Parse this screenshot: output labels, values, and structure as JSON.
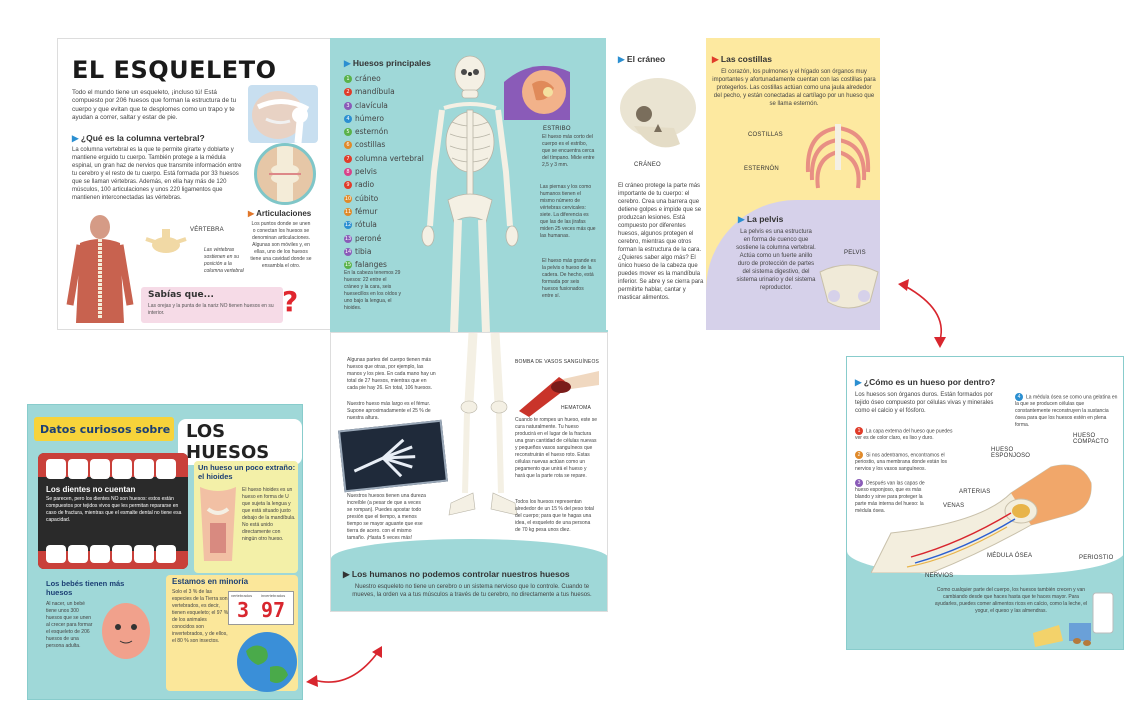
{
  "left_page": {
    "title": "EL ESQUELETO",
    "intro": "Todo el mundo tiene un esqueleto, ¡incluso tú! Está compuesto por 206 huesos que forman la estructura de tu cuerpo y que evitan que te desplomes como un trapo y te ayudan a correr, saltar y estar de pie.",
    "spine_heading": "¿Qué es la columna vertebral?",
    "spine_text": "La columna vertebral es la que te permite girarte y doblarte y mantiene erguido tu cuerpo. También protege a la médula espinal, un gran haz de nervios que transmite información entre tu cerebro y el resto de tu cuerpo. Está formada por 33 huesos que se llaman vértebras. Además, en ella hay más de 120 músculos, 100 articulaciones y unos 220 ligamentos que mantienen interconectadas las vértebras.",
    "vertebra_label": "VÉRTEBRA",
    "vertebra_note": "Las vértebras sostienen en su posición a la columna vertebral",
    "joints_heading": "Articulaciones",
    "joints_text": "Los puntos donde se unen o conectan los huesos se denominan articulaciones. Algunas son móviles y, en ellas, uno de los huesos tiene una cavidad donde se ensambla el otro.",
    "fact_title": "Sabías que...",
    "fact_text": "Las orejas y la punta de la nariz NO tienen huesos en su interior."
  },
  "center_page": {
    "heading": "Huesos principales",
    "bones": [
      "cráneo",
      "mandíbula",
      "clavícula",
      "húmero",
      "esternón",
      "costillas",
      "columna vertebral",
      "pelvis",
      "radio",
      "cúbito",
      "fémur",
      "rótula",
      "peroné",
      "tibia",
      "falanges"
    ],
    "stirrup_label": "ESTRIBO",
    "stirrup_text": "El hueso más corto del cuerpo es el estribo, que se encuentra cerca del tímpano. Mide entre 2,5 y 3 mm.",
    "hands_note": "Las piernas y los como humanos tienen el mismo número de vértebras cervicales: siete. La diferencia es que las de las jirafas miden 25 veces más que las humanas.",
    "skull_note": "En la cabeza tenemos 29 huesos: 22 entre el cráneo y la cara, seis huesecillos en los oídos y uno bajo la lengua, el hioides.",
    "femur_note": "El hueso más grande es la pelvis o hueso de la cadera. De hecho, está formada por seis huesos fusionados entre sí."
  },
  "skull_page": {
    "heading": "El cráneo",
    "skull_label": "CRÁNEO",
    "text": "El cráneo protege la parte más importante de tu cuerpo: el cerebro. Crea una barrera que detiene golpes e impide que se produzcan lesiones. Está compuesto por diferentes huesos, algunos protegen el cerebro, mientras que otros forman la estructura de la cara. ¿Quieres saber algo más? El único hueso de la cabeza que puedes mover es la mandíbula inferior. Se abre y se cierra para permitirte hablar, cantar y masticar alimentos."
  },
  "ribs_page": {
    "heading": "Las costillas",
    "text": "El corazón, los pulmones y el hígado son órganos muy importantes y afortunadamente cuentan con las costillas para protegerlos. Las costillas actúan como una jaula alrededor del pecho, y están conectadas al cartílago por un hueso que se llama esternón.",
    "ribs_label": "COSTILLAS",
    "sternum_label": "ESTERNÓN",
    "pelvis_heading": "La pelvis",
    "pelvis_text": "La pelvis es una estructura en forma de cuenco que sostiene la columna vertebral. Actúa como un fuerte anillo duro de protección de partes del sistema digestivo, del sistema urinario y del sistema reproductor.",
    "pelvis_label": "PELVIS"
  },
  "lower_center": {
    "feet_text": "Algunas partes del cuerpo tienen más huesos que otras, por ejemplo, las manos y los pies. En cada mano hay un total de 27 huesos, mientras que en cada pie hay 26. En total, 106 huesos.",
    "femur_text": "Nuestro hueso más largo es el fémur. Supone aproximadamente el 25 % de nuestra altura.",
    "xray_text": "Nuestros huesos tienen una dureza increíble (a pesar de que a veces se rompan). Puedes apostar todo presión que el tiempo, a menos tiempo se mayor aguante que ese tierra de acero. con el mismo tamaño. ¡Hasta 5 veces más!",
    "blood_label": "BOMBA DE VASOS SANGUÍNEOS",
    "hematoma_label": "HEMATOMA",
    "break_text": "Cuando te rompes un hueso, este se cura naturalmente. Tu hueso producirá en el lugar de la fractura una gran cantidad de células nuevas y pequeños vasos sanguíneos que reconstruirán el hueso roto. Estas células nuevas actúan como un pegamento que unirá el hueso y hará que la parte rota se repare.",
    "weight_text": "Todos los huesos representan alrededor de un 15 % del peso total del cuerpo; para que te hagas una idea, el esqueleto de una persona de 70 kg pesa unos diez.",
    "bottom_heading": "Los humanos no podemos controlar nuestros huesos",
    "bottom_text": "Nuestro esqueleto no tiene un cerebro o un sistema nervioso que lo controle. Cuando te mueves, la orden va a tus músculos a través de tu cerebro, no directamente a tus huesos."
  },
  "facts_page": {
    "title_a": "Datos curiosos sobre",
    "title_b": "LOS HUESOS",
    "teeth_heading": "Los dientes no cuentan",
    "teeth_text": "Se parecen, pero los dientes NO son huesos: estos están compuestos por tejidos vivos que les permitan repararse en caso de fractura, mientras que el esmalte dental no tiene esa capacidad.",
    "hyoid_heading": "Un hueso un poco extraño: el hioides",
    "hyoid_text": "El hueso hioides es un hueso en forma de U que sujeta la lengua y que está situado justo debajo de la mandíbula. No está unido directamente con ningún otro hueso.",
    "babies_heading": "Los bebés tienen más huesos",
    "babies_text": "Al nacer, un bebé tiene unos 300 huesos que se unen al crecer para formar el esqueleto de 206 huesos de una persona adulta.",
    "minority_heading": "Estamos en minoría",
    "minority_text": "Solo el 3 % de las especies de la Tierra son vertebrados, es decir, tienen esqueleto; el 97 % de los animales conocidos son invertebrados, y de ellos, el 80 % son insectos.",
    "card_left": "vertebrados",
    "card_right": "invertebrados",
    "card_value_a": "3",
    "card_value_b": "97"
  },
  "bone_page": {
    "heading": "¿Cómo es un hueso por dentro?",
    "intro": "Los huesos son órganos duros. Están formados por tejido óseo compuesto por células vivas y minerales como el calcio y el fósforo.",
    "note1": "La capa externa del hueso que puedes ver es de color claro, es liso y duro.",
    "note2": "Si nos adentramos, encontramos el periostio, una membrana donde están los nervios y los vasos sanguíneos.",
    "note3": "Después van las capas de hueso esponjoso, que es más blando y sirve para proteger la parte más interna del hueso: la médula ósea.",
    "note4": "La médula ósea se como una gelatina en la que se producen células que constantemente reconstruyen la sustancia ósea para que los huesos estén en plena forma.",
    "label_compact": "HUESO COMPACTO",
    "label_spongy": "HUESO ESPONJOSO",
    "label_arteries": "ARTERIAS",
    "label_veins": "VENAS",
    "label_marrow": "MÉDULA ÓSEA",
    "label_periosteum": "PERIOSTIO",
    "label_nerves": "NERVIOS",
    "closing": "Como cualquier parte del cuerpo, los huesos también crecen y van cambiando desde que haces hasta que te haces mayor. Para ayudarles, puedes comer alimentos ricos en calcio, como la leche, el yogur, el queso y las almendras."
  },
  "colors": {
    "teal": "#9fd8d8",
    "yellow": "#fde9a0",
    "lavender": "#d6d1ea",
    "red_arrow": "#d8262e",
    "blue_accent": "#2b8fd1"
  }
}
